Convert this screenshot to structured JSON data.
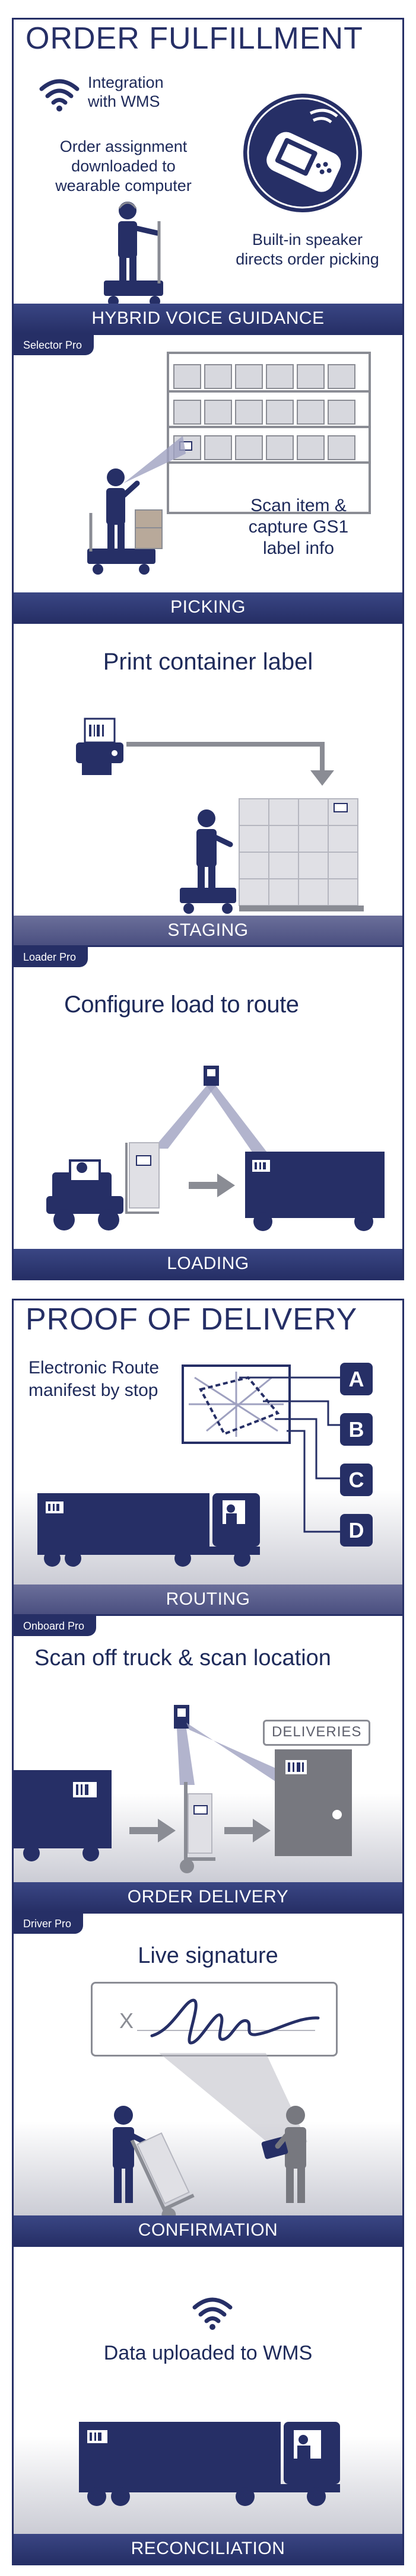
{
  "colors": {
    "navy": "#262f66",
    "gray": "#8a8c94",
    "light": "#e6e7ec"
  },
  "order_fulfillment": {
    "title": "ORDER FULFILLMENT",
    "wms_text": "Integration\nwith WMS",
    "download_text": "Order assignment\ndownloaded to\nwearable computer",
    "speaker_text": "Built-in speaker\ndirects order picking",
    "band": "HYBRID VOICE GUIDANCE"
  },
  "picking": {
    "tag": "Selector Pro",
    "scan_text": "Scan item &\ncapture GS1\nlabel info",
    "band": "PICKING"
  },
  "staging": {
    "heading": "Print container label",
    "band": "STAGING"
  },
  "loading": {
    "tag": "Loader Pro",
    "heading": "Configure load to route",
    "band": "LOADING"
  },
  "proof_of_delivery": {
    "title": "PROOF OF DELIVERY",
    "manifest_text": "Electronic Route\nmanifest by stop",
    "stops": [
      "A",
      "B",
      "C",
      "D"
    ],
    "band": "ROUTING"
  },
  "order_delivery": {
    "tag": "Onboard Pro",
    "heading": "Scan off truck & scan location",
    "door_sign": "DELIVERIES",
    "band": "ORDER DELIVERY"
  },
  "confirmation": {
    "tag": "Driver Pro",
    "heading": "Live signature",
    "x_mark": "X",
    "band": "CONFIRMATION"
  },
  "reconciliation": {
    "heading": "Data uploaded to WMS",
    "band": "RECONCILIATION"
  }
}
